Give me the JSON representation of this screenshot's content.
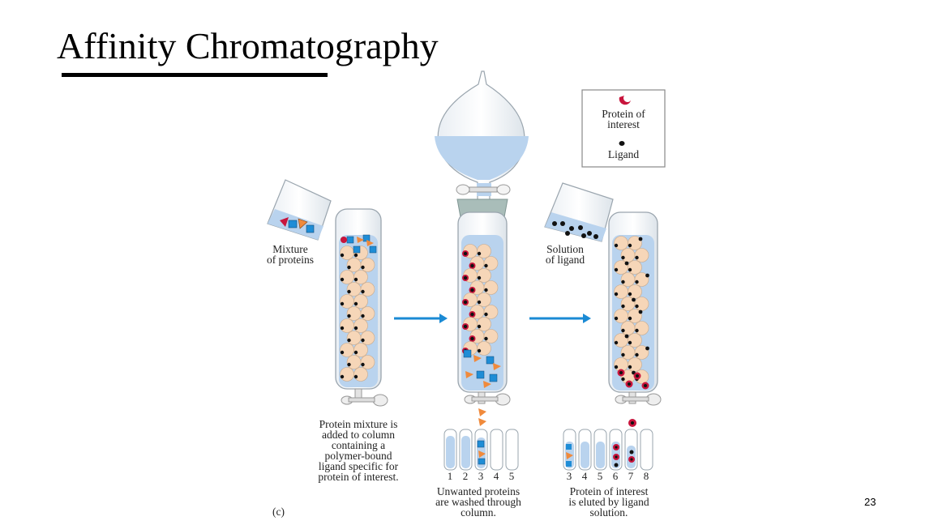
{
  "slide": {
    "title": "Affinity Chromatography",
    "page_number": "23"
  },
  "legend": {
    "protein_label_line1": "Protein of",
    "protein_label_line2": "interest",
    "ligand_label": "Ligand"
  },
  "labels": {
    "mixture_line1": "Mixture",
    "mixture_line2": "of proteins",
    "solution_line1": "Solution",
    "solution_line2": "of ligand",
    "step1_lines": [
      "Protein mixture is",
      "added to column",
      "containing a",
      "polymer-bound",
      "ligand specific for",
      "protein of interest."
    ],
    "step2_lines": [
      "Unwanted proteins",
      "are washed through",
      "column."
    ],
    "step3_lines": [
      "Protein of interest",
      "is eluted by ligand",
      "solution."
    ],
    "panel_letter": "(c)"
  },
  "tubes": {
    "wash_numbers": [
      "1",
      "2",
      "3",
      "4",
      "5"
    ],
    "elute_numbers": [
      "3",
      "4",
      "5",
      "6",
      "7",
      "8"
    ]
  },
  "colors": {
    "liquid": "#b9d3ee",
    "bead": "#f6d6b8",
    "protein": "#c8143c",
    "ligand": "#111111",
    "square": "#1f8dd6",
    "triangle": "#f08a3c",
    "arrow": "#1a8ad4"
  }
}
